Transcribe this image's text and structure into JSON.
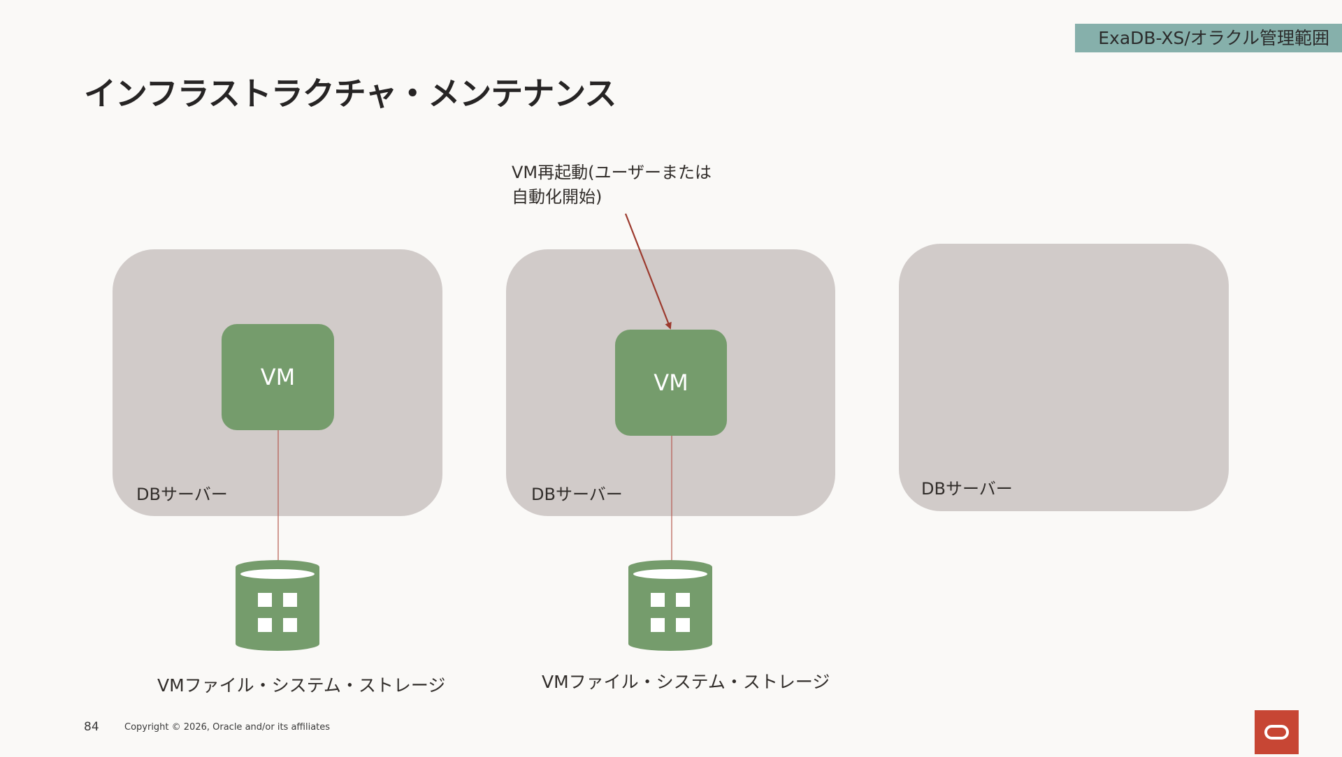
{
  "header": {
    "scope_badge": "ExaDB-XS/オラクル管理範囲",
    "title": "インフラストラクチャ・メンテナンス"
  },
  "annotation": {
    "line1": "VM再起動(ユーザーまたは",
    "line2": "自動化開始)"
  },
  "servers": [
    {
      "label": "DBサーバー",
      "vm_label": "VM",
      "storage_label": "VMファイル・システム・ストレージ"
    },
    {
      "label": "DBサーバー",
      "vm_label": "VM",
      "storage_label": "VMファイル・システム・ストレージ"
    },
    {
      "label": "DBサーバー"
    }
  ],
  "footer": {
    "page_number": "84",
    "copyright": "Copyright © 2026, Oracle and/or its affiliates"
  },
  "colors": {
    "server_fill": "#d1cbc9",
    "vm_fill": "#759c6c",
    "connector_line": "#b65a50",
    "arrow": "#9c3a2e",
    "badge_fill": "#86b0ab",
    "oracle_red": "#c74634"
  }
}
